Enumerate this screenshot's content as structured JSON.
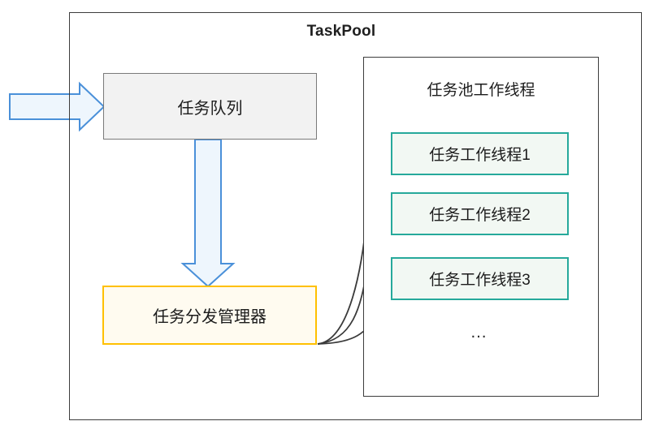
{
  "diagram": {
    "title": "TaskPool",
    "type": "architecture-block-diagram"
  },
  "nodes": {
    "task_queue": {
      "label": "任务队列",
      "fill": "#f2f2f2",
      "stroke": "#7a7a7a"
    },
    "dispatcher": {
      "label": "任务分发管理器",
      "fill": "#fffbf0",
      "stroke": "#ffc000"
    },
    "worker_pool": {
      "label": "任务池工作线程",
      "fill": "#ffffff",
      "stroke": "#3c3c3c",
      "workers": [
        {
          "label": "任务工作线程1"
        },
        {
          "label": "任务工作线程2"
        },
        {
          "label": "任务工作线程3"
        }
      ],
      "ellipsis": "…",
      "worker_fill": "#f2f8f3",
      "worker_stroke": "#26a99b"
    }
  },
  "connectors": {
    "input_arrow": {
      "name": "incoming-task-arrow",
      "direction": "right",
      "fill": "#eef6fd",
      "stroke": "#4a90d9"
    },
    "queue_to_dispatcher_arrow": {
      "name": "queue-to-dispatcher-arrow",
      "direction": "down",
      "fill": "#eef6fd",
      "stroke": "#4a90d9"
    },
    "dispatch_arrows": {
      "name": "dispatcher-to-worker-arrows",
      "count": 3,
      "stroke": "#3a3a3a"
    }
  }
}
